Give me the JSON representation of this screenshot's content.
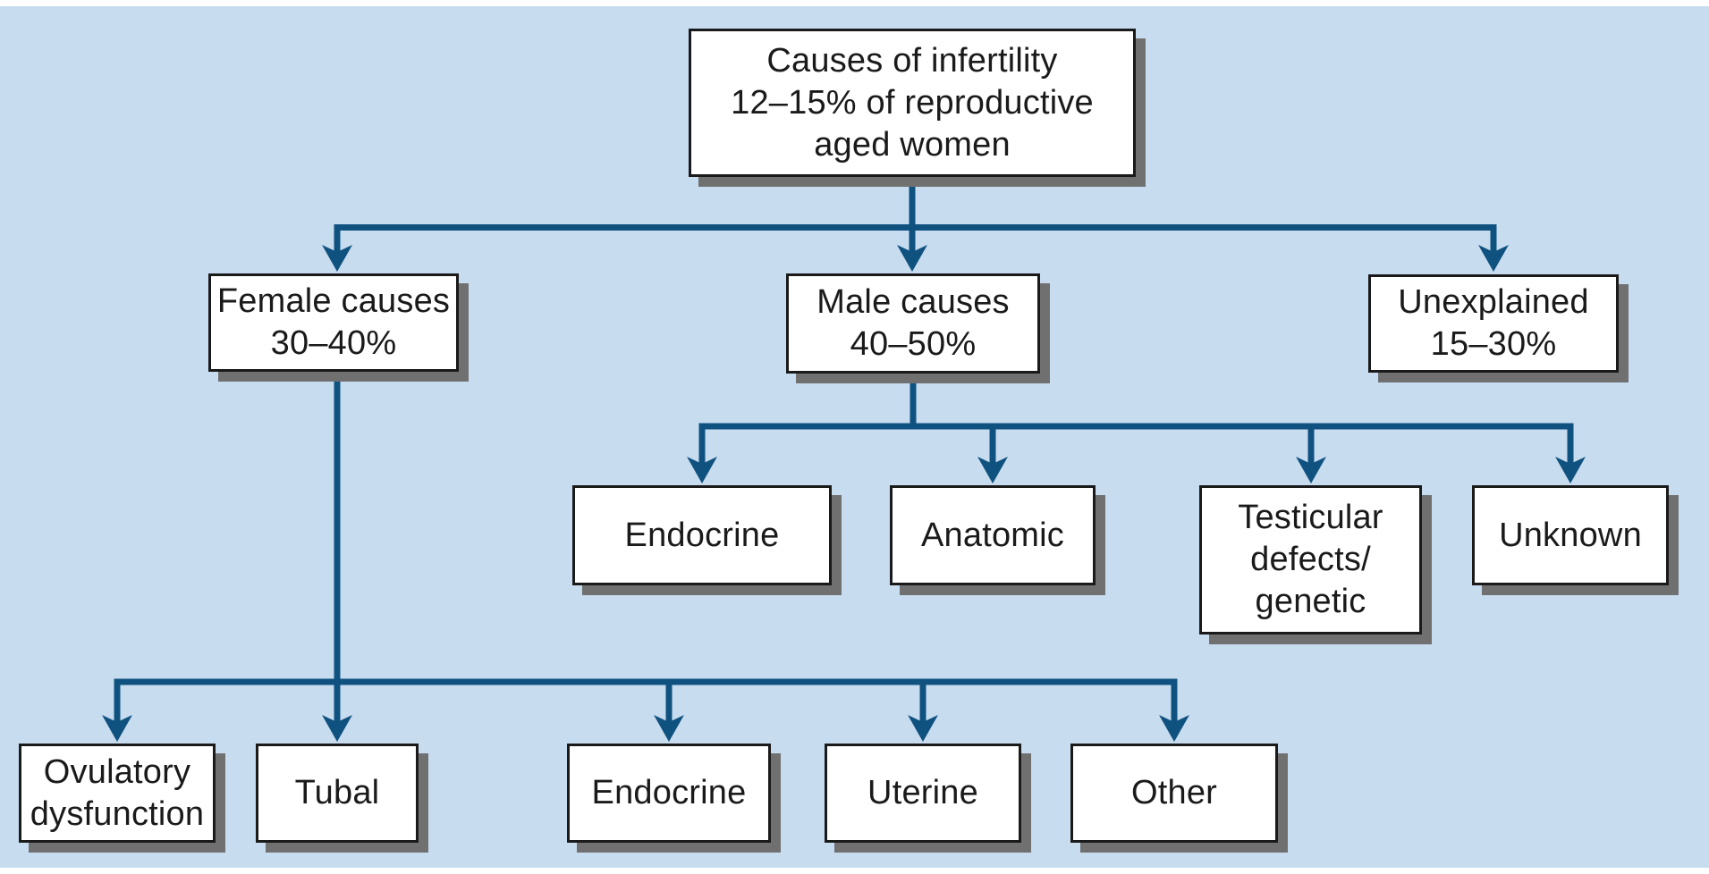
{
  "diagram": {
    "type": "flowchart",
    "title": "Causes of infertility",
    "colors": {
      "background": "#c8dcf0",
      "page_margin": "#ffffff",
      "connector": "#10527f",
      "box_fill": "#ffffff",
      "box_border": "#1a1a1a",
      "box_shadow": "#707070",
      "text": "#1a1a1a"
    },
    "nodes": [
      {
        "id": "root",
        "lines": [
          "Causes of infertility",
          "12–15% of reproductive",
          "aged women"
        ]
      },
      {
        "id": "female-causes",
        "lines": [
          "Female causes",
          "30–40%"
        ]
      },
      {
        "id": "male-causes",
        "lines": [
          "Male causes",
          "40–50%"
        ]
      },
      {
        "id": "unexplained",
        "lines": [
          "Unexplained",
          "15–30%"
        ]
      },
      {
        "id": "male-endocrine",
        "lines": [
          "Endocrine"
        ]
      },
      {
        "id": "anatomic",
        "lines": [
          "Anatomic"
        ]
      },
      {
        "id": "testicular",
        "lines": [
          "Testicular",
          "defects/",
          "genetic"
        ]
      },
      {
        "id": "unknown",
        "lines": [
          "Unknown"
        ]
      },
      {
        "id": "ovulatory",
        "lines": [
          "Ovulatory",
          "dysfunction"
        ]
      },
      {
        "id": "tubal",
        "lines": [
          "Tubal"
        ]
      },
      {
        "id": "female-endocrine",
        "lines": [
          "Endocrine"
        ]
      },
      {
        "id": "uterine",
        "lines": [
          "Uterine"
        ]
      },
      {
        "id": "other",
        "lines": [
          "Other"
        ]
      }
    ],
    "edges": [
      [
        "root",
        "female-causes"
      ],
      [
        "root",
        "male-causes"
      ],
      [
        "root",
        "unexplained"
      ],
      [
        "male-causes",
        "male-endocrine"
      ],
      [
        "male-causes",
        "anatomic"
      ],
      [
        "male-causes",
        "testicular"
      ],
      [
        "male-causes",
        "unknown"
      ],
      [
        "female-causes",
        "ovulatory"
      ],
      [
        "female-causes",
        "tubal"
      ],
      [
        "female-causes",
        "female-endocrine"
      ],
      [
        "female-causes",
        "uterine"
      ],
      [
        "female-causes",
        "other"
      ]
    ]
  }
}
